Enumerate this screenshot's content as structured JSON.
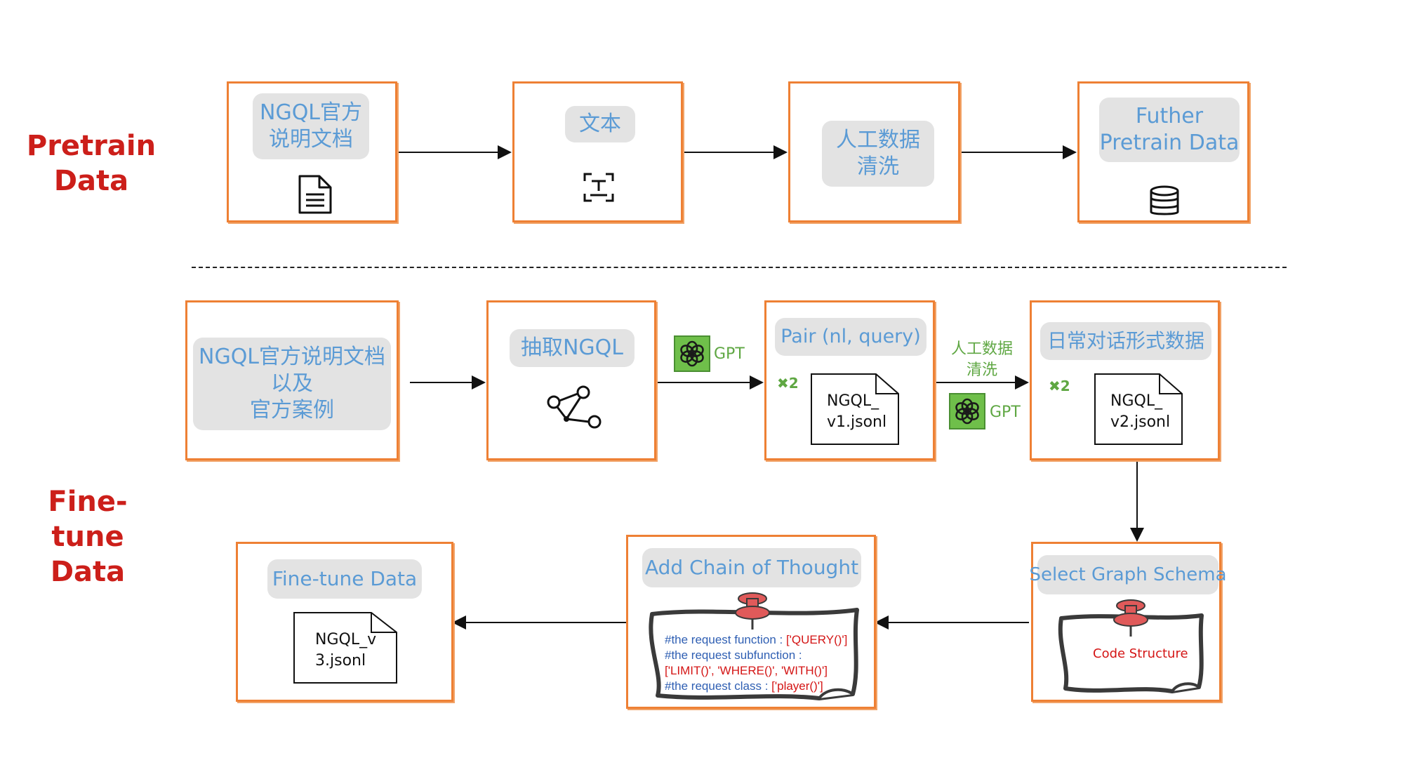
{
  "sections": {
    "pretrain": [
      "Pretrain",
      "Data"
    ],
    "finetune": [
      "Fine-tune",
      "Data"
    ]
  },
  "pretrain": {
    "box1": [
      "NGQL官方",
      "说明文档"
    ],
    "box2": [
      "文本"
    ],
    "box3": [
      "人工数据",
      "清洗"
    ],
    "box4": [
      "Futher",
      "Pretrain Data"
    ]
  },
  "finetune": {
    "box1": [
      "NGQL官方说明文档",
      "以及",
      "官方案例"
    ],
    "box2": "抽取NGQL",
    "box3": "Pair (nl, query)",
    "box3_doc": [
      "NGQL_",
      "v1.jsonl"
    ],
    "box3_mult": "✖2",
    "box4": "日常对话形式数据",
    "box4_doc": [
      "NGQL_",
      "v2.jsonl"
    ],
    "box4_mult": "✖2",
    "box5": "Select Graph Schema",
    "box5_code": "Code Structure",
    "box6": "Add Chain of Thought",
    "box6_code": {
      "l1a": "#the request function : ",
      "l1b": "['QUERY()']",
      "l2": "#the request subfunction :",
      "l3": "['LIMIT()', 'WHERE()', 'WITH()']",
      "l4a": "#the request class : ",
      "l4b": "['player()']"
    },
    "box7": "Fine-tune Data",
    "box7_doc": [
      "NGQL_v",
      "3.jsonl"
    ]
  },
  "edges": {
    "gpt1": "GPT",
    "gpt2": "GPT",
    "clean_label": [
      "人工数据",
      "清洗"
    ]
  },
  "icons": {
    "document": "document-icon",
    "text_scan": "text-scan-icon",
    "database": "database-icon",
    "graph": "graph-nodes-icon",
    "gpt": "openai-logo-icon",
    "pin": "pushpin-icon"
  },
  "colors": {
    "box_border": "#ee8034",
    "chip_text": "#5b9bd5",
    "section_label": "#cc1f1a",
    "gpt_green": "#5fa743"
  }
}
